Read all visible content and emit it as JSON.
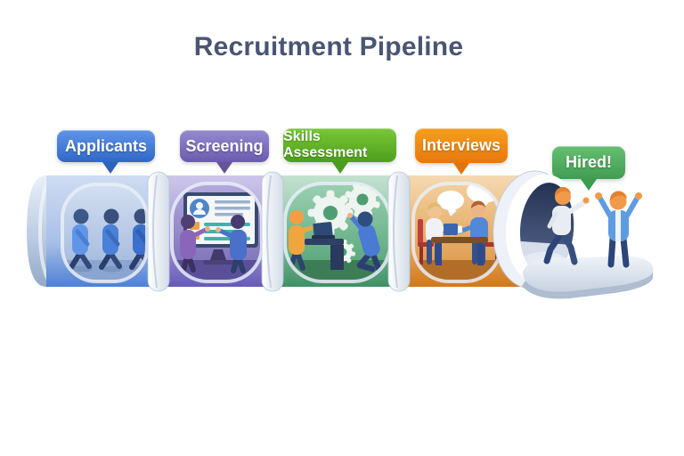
{
  "title": "Recruitment Pipeline",
  "title_color": "#4a5574",
  "stages": [
    {
      "label": "Applicants",
      "badge_color": "#3d74cf",
      "badge_color_dark": "#2d63be",
      "scene_icon": "walking-applicants"
    },
    {
      "label": "Screening",
      "badge_color": "#7c6cbb",
      "badge_color_dark": "#665399",
      "scene_icon": "resume-on-monitor"
    },
    {
      "label": "Skills Assessment",
      "badge_color": "#5fae2e",
      "badge_color_dark": "#4b9c21",
      "scene_icon": "gears-and-testing"
    },
    {
      "label": "Interviews",
      "badge_color": "#ef8c1f",
      "badge_color_dark": "#e0740f",
      "scene_icon": "interview-table-talk"
    },
    {
      "label": "Hired!",
      "badge_color": "#4caf5e",
      "badge_color_dark": "#3d9c4f",
      "scene_icon": "celebrating-new-hires"
    }
  ],
  "pipe": {
    "silver_color": "#c9d5e6",
    "segment_interior_colors": [
      "#9db4da",
      "#7569b4",
      "#4f9e73",
      "#d9923f"
    ],
    "platform_color": "#dde5ef"
  }
}
